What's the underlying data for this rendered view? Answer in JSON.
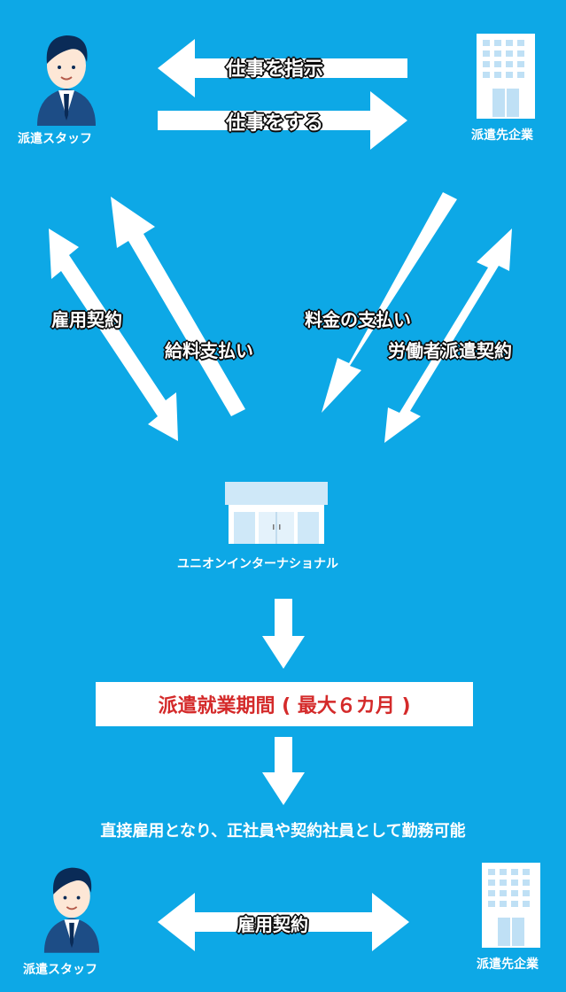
{
  "top": {
    "staff_label": "派遣スタッフ",
    "company_label": "派遣先企業",
    "arrow_instruct": "仕事を指示",
    "arrow_work": "仕事をする"
  },
  "middle": {
    "employment_contract": "雇用契約",
    "salary_payment": "給料支払い",
    "fee_payment": "料金の支払い",
    "dispatch_contract": "労働者派遣契約",
    "agency_label": "ユニオンインターナショナル"
  },
  "period_box": "派遣就業期間 ( 最大６カ月 )",
  "direct_note": "直接雇用となり、正社員や契約社員として勤務可能",
  "bottom": {
    "staff_label": "派遣スタッフ",
    "company_label": "派遣先企業",
    "arrow_contract": "雇用契約"
  },
  "colors": {
    "background": "#0da8e6",
    "accent_red": "#d42a2a",
    "suit": "#1d4d86",
    "hair": "#0a2b57"
  }
}
